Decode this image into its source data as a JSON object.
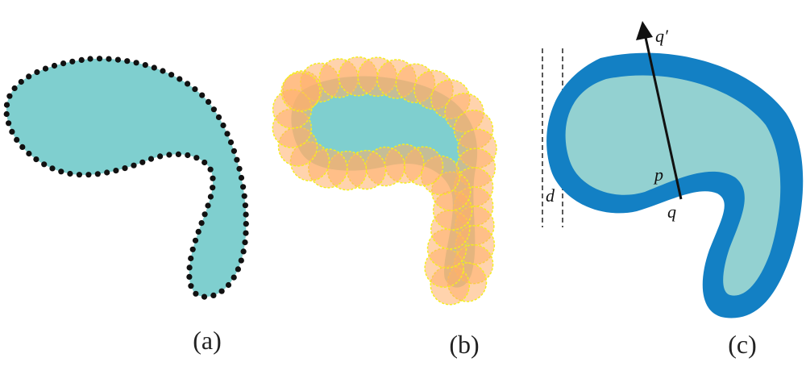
{
  "panels": {
    "a": {
      "caption": "(a)"
    },
    "b": {
      "caption": "(b)"
    },
    "c": {
      "caption": "(c)"
    }
  },
  "labels": {
    "d": "d",
    "p": "p",
    "q": "q",
    "q_prime": "q′"
  },
  "colors": {
    "fill_teal": "#7fcfcf",
    "fill_light_teal": "#93d1d1",
    "boundary_blue": "#1380c4",
    "disk_fill": "#ffae6a",
    "disk_stroke": "#f4ee1f",
    "dots": "#111111"
  }
}
